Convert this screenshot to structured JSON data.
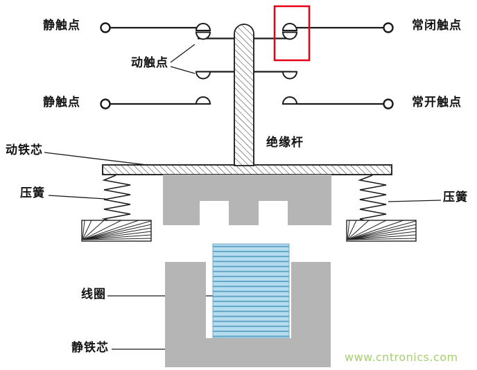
{
  "labels": {
    "static_contact_top": "静触点",
    "moving_contact": "动触点",
    "static_contact_bottom": "静触点",
    "normally_closed_contact": "常闭触点",
    "normally_open_contact": "常开触点",
    "insulating_rod": "绝缘杆",
    "moving_iron_core": "动铁芯",
    "compression_spring_left": "压簧",
    "compression_spring_right": "压簧",
    "coil": "线圈",
    "static_iron_core": "静铁芯"
  },
  "watermark": "www.cntronics.com",
  "colors": {
    "core_gray": "#b5b5b5",
    "coil_fill": "#b6ddef",
    "coil_stripe": "#58a0c2",
    "highlight_red": "#e60012",
    "watermark_green": "#a7cf6e",
    "line_black": "#1a1a1a"
  }
}
